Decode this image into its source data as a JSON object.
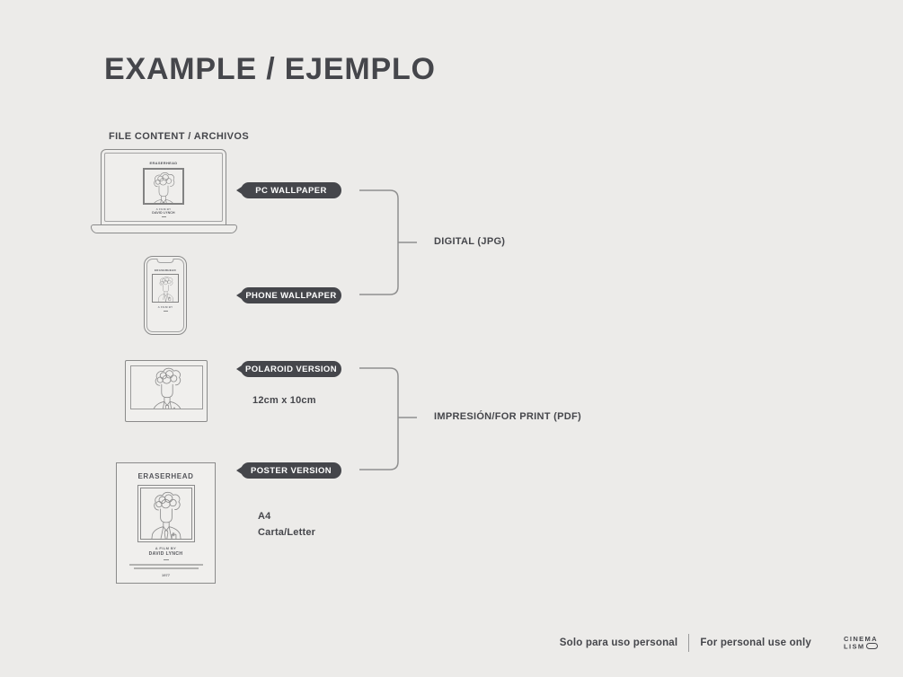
{
  "page": {
    "title": "EXAMPLE / EJEMPLO",
    "section_label": "FILE CONTENT / ARCHIVOS"
  },
  "labels": {
    "pc_wallpaper": "PC WALLPAPER",
    "phone_wallpaper": "PHONE WALLPAPER",
    "polaroid_version": "POLAROID VERSION",
    "poster_version": "POSTER VERSION"
  },
  "groups": {
    "digital": "DIGITAL (JPG)",
    "print": "IMPRESIÓN/FOR PRINT (PDF)"
  },
  "sizes": {
    "polaroid": "12cm x 10cm",
    "poster_a4": "A4",
    "poster_letter": "Carta/Letter"
  },
  "poster_art": {
    "title": "ERASERHEAD",
    "credit_prefix": "A FILM BY",
    "credit_name": "DAVID LYNCH",
    "year": "1977"
  },
  "footer": {
    "personal_es": "Solo para uso personal",
    "personal_en": "For personal use only",
    "brand_line1": "CINEMA",
    "brand_line2": "LISM"
  },
  "colors": {
    "background": "#ECEBE9",
    "ink": "#45464B",
    "pill": "#45464B",
    "line_art": "#8F8F8F"
  }
}
